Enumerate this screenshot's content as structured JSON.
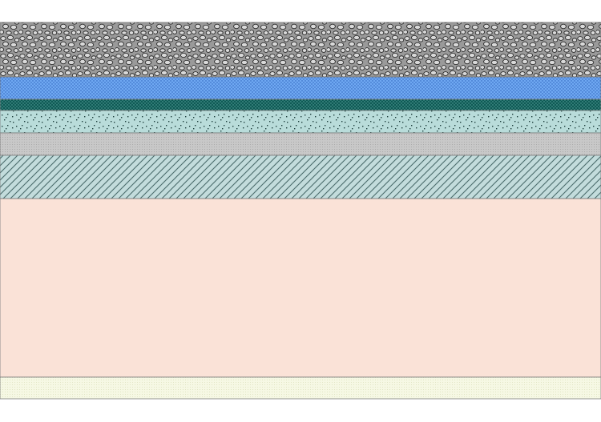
{
  "diagram": {
    "type": "layered-cross-section",
    "labels": "none",
    "layers": [
      {
        "name": "gravel",
        "pattern": "gravel",
        "fill": "#9a9a9a",
        "detail": "#1a1a1a"
      },
      {
        "name": "blue-dotted",
        "pattern": "dots-fine",
        "fill": "#6fa8f2",
        "detail": "#2a5fb8"
      },
      {
        "name": "dark-teal-dotted",
        "pattern": "dots-fine",
        "fill": "#0f5a55",
        "detail": "#5fa9a3"
      },
      {
        "name": "light-teal-speckled",
        "pattern": "speckle",
        "fill": "#b9dcda",
        "detail": "#1e3f3d"
      },
      {
        "name": "gray-fine-texture",
        "pattern": "fine-texture",
        "fill": "#c8c8c8",
        "detail": "#9e9e9e"
      },
      {
        "name": "teal-hatched",
        "pattern": "diagonal-hatch",
        "fill": "#c3dcdc",
        "detail": "#4a6b6b"
      },
      {
        "name": "peach-fill",
        "pattern": "solid",
        "fill": "#fae2d7",
        "detail": "#fae2d7"
      },
      {
        "name": "cream-fine-texture",
        "pattern": "fine-texture",
        "fill": "#f6f8e4",
        "detail": "#d9ddb8"
      }
    ]
  }
}
